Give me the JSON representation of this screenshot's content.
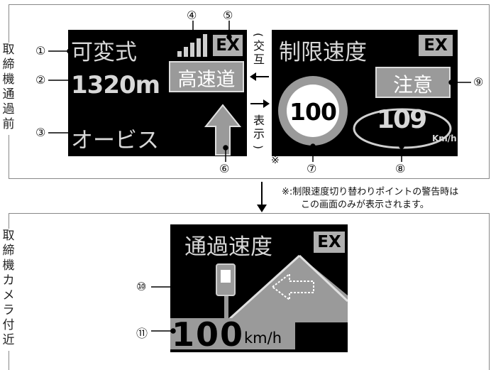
{
  "top_section": {
    "vertical_label": "取締機通過前",
    "left_screen": {
      "line1": "可変式",
      "ex": "EX",
      "distance": "1320m",
      "road": "高速道",
      "type": "オービス"
    },
    "switch_label": {
      "open_paren": "(",
      "word1": "交互",
      "word2": "表示",
      "close_paren": ")"
    },
    "right_screen": {
      "title": "制限速度",
      "ex": "EX",
      "caution": "注意",
      "limit": "100",
      "speed": "109",
      "unit": "Km/h"
    },
    "asterisk": "※",
    "callouts": [
      "①",
      "②",
      "③",
      "④",
      "⑤",
      "⑥",
      "⑦",
      "⑧",
      "⑨"
    ]
  },
  "note": {
    "line1": "※:制限速度切り替わりポイントの警告時は",
    "line2": "この画面のみが表示されます。"
  },
  "bottom_section": {
    "vertical_label": "取締機カメラ付近",
    "screen": {
      "title": "通過速度",
      "ex": "EX",
      "speed": "100",
      "unit": "km/h"
    },
    "callouts": [
      "⑩",
      "⑪"
    ]
  },
  "colors": {
    "screen_bg": "#000000",
    "lcd_text": "#d8d8d8",
    "gray_box": "#9a9a9a",
    "sign_ring": "#9a9a9a"
  }
}
